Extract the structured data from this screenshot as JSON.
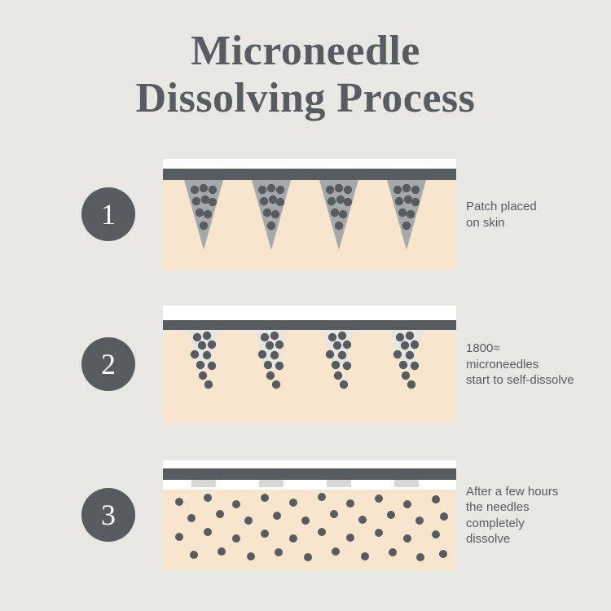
{
  "title": {
    "line1": "Microneedle",
    "line2": "Dissolving Process"
  },
  "steps": [
    {
      "number": "1",
      "caption": "Patch placed\non skin"
    },
    {
      "number": "2",
      "caption": "1800≈\nmicroneedles\nstart to self-dissolve"
    },
    {
      "number": "3",
      "caption": "After a few hours\nthe needles\ncompletely\ndissolve"
    }
  ],
  "colors": {
    "background": "#e9e7e3",
    "ink": "#575c60",
    "skin": "#f8e5cd",
    "needle": "#a6a9ab",
    "dissolving_needle": "#e7e5e0",
    "stub": "#d9d8d4",
    "white": "#ffffff"
  }
}
